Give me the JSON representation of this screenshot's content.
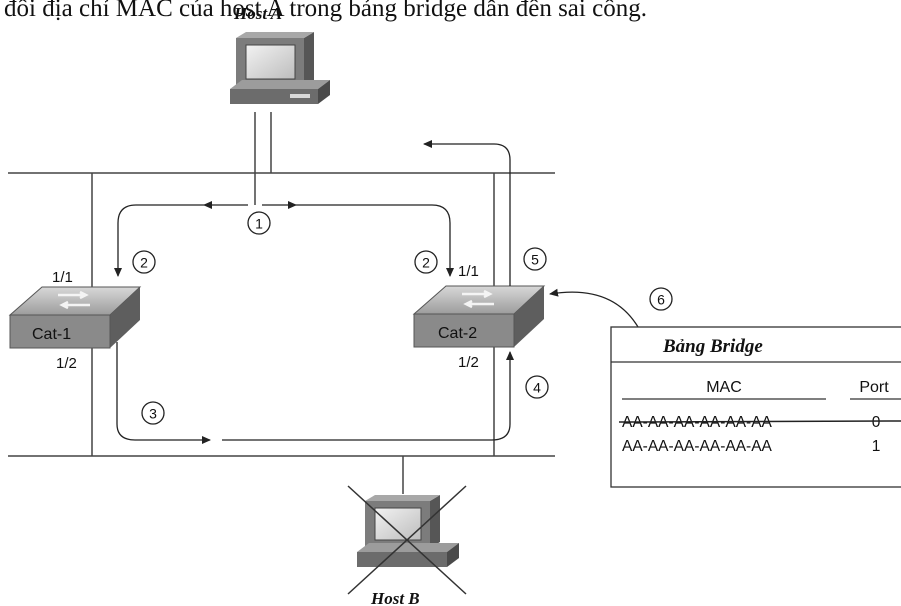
{
  "caption_fragment": "đổi địa chỉ MAC của host A trong bảng bridge dẫn đến sai cổng.",
  "hosts": {
    "a": "Host A",
    "b": "Host B"
  },
  "switches": {
    "left": "Cat-1",
    "right": "Cat-2"
  },
  "ports": {
    "top": "1/1",
    "bottom": "1/2"
  },
  "steps": [
    "1",
    "2",
    "3",
    "4",
    "5",
    "6"
  ],
  "bridge_table": {
    "title": "Bảng Bridge",
    "col_mac": "MAC",
    "col_port": "Port",
    "rows": [
      {
        "mac": "AA-AA-AA-AA-AA-AA",
        "port": "0",
        "struck": true
      },
      {
        "mac": "AA-AA-AA-AA-AA-AA",
        "port": "1",
        "struck": false
      }
    ]
  },
  "colors": {
    "switch_top": "#b4b4b4",
    "switch_front": "#8a8a8a",
    "line": "#333333"
  }
}
